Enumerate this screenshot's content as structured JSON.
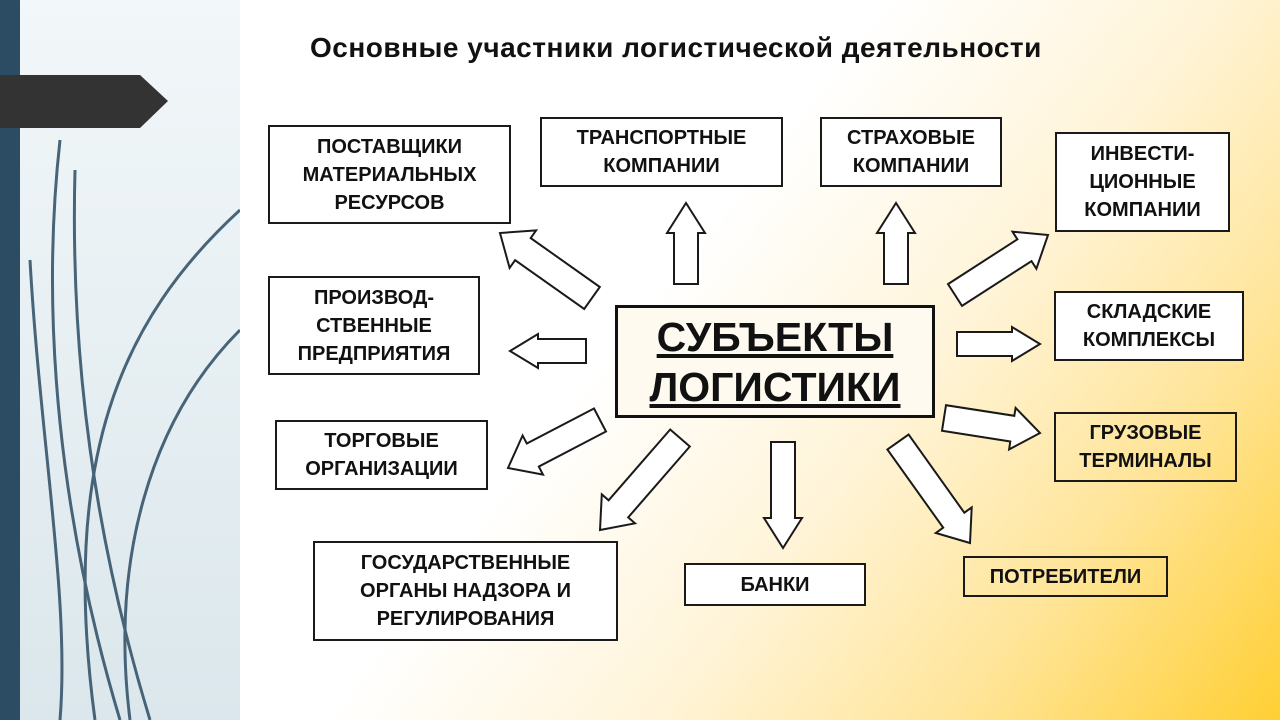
{
  "title": "Основные участники логистической деятельности",
  "center": "СУБЪЕКТЫ\nЛОГИСТИКИ",
  "participants": {
    "suppliers": "ПОСТАВЩИКИ\nМАТЕРИАЛЬНЫХ\nРЕСУРСОВ",
    "transport": "ТРАНСПОРТНЫЕ\nКОМПАНИИ",
    "insurance": "СТРАХОВЫЕ\nКОМПАНИИ",
    "investment": "ИНВЕСТИ-\nЦИОННЫЕ\nКОМПАНИИ",
    "production": "ПРОИЗВОД-\nСТВЕННЫЕ\nПРЕДПРИЯТИЯ",
    "warehouse": "СКЛАДСКИЕ\nКОМПЛЕКСЫ",
    "trade": "ТОРГОВЫЕ\nОРГАНИЗАЦИИ",
    "cargo": "ГРУЗОВЫЕ\nТЕРМИНАЛЫ",
    "government": "ГОСУДАРСТВЕННЫЕ\nОРГАНЫ НАДЗОРА И\nРЕГУЛИРОВАНИЯ",
    "banks": "БАНКИ",
    "consumers": "ПОТРЕБИТЕЛИ"
  },
  "colors": {
    "sidebar": "#2c4c63",
    "tab": "#333333",
    "accent": "#ffcf33"
  }
}
